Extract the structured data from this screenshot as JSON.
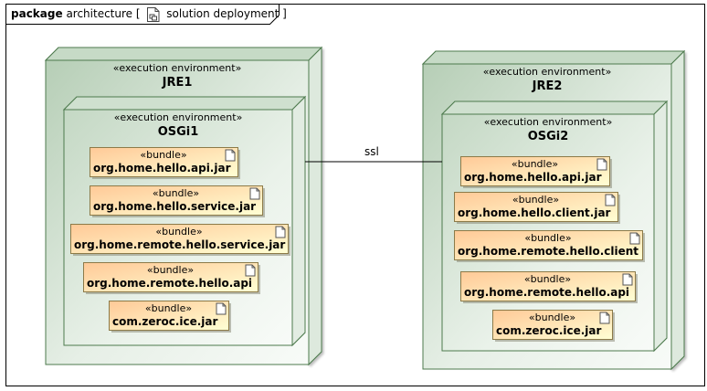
{
  "frame": {
    "keyword": "package",
    "name": "architecture",
    "bracket_open": "[",
    "diagram_name": "solution deployment",
    "bracket_close": "]"
  },
  "nodes": {
    "jre1": {
      "stereotype": "«execution environment»",
      "name": "JRE1"
    },
    "osgi1": {
      "stereotype": "«execution environment»",
      "name": "OSGi1"
    },
    "jre2": {
      "stereotype": "«execution environment»",
      "name": "JRE2"
    },
    "osgi2": {
      "stereotype": "«execution environment»",
      "name": "OSGi2"
    }
  },
  "bundles_osgi1": [
    {
      "stereotype": "«bundle»",
      "name": "org.home.hello.api.jar"
    },
    {
      "stereotype": "«bundle»",
      "name": "org.home.hello.service.jar"
    },
    {
      "stereotype": "«bundle»",
      "name": "org.home.remote.hello.service.jar"
    },
    {
      "stereotype": "«bundle»",
      "name": "org.home.remote.hello.api"
    },
    {
      "stereotype": "«bundle»",
      "name": "com.zeroc.ice.jar"
    }
  ],
  "bundles_osgi2": [
    {
      "stereotype": "«bundle»",
      "name": "org.home.hello.api.jar"
    },
    {
      "stereotype": "«bundle»",
      "name": "org.home.hello.client.jar"
    },
    {
      "stereotype": "«bundle»",
      "name": "org.home.remote.hello.client"
    },
    {
      "stereotype": "«bundle»",
      "name": "org.home.remote.hello.api"
    },
    {
      "stereotype": "«bundle»",
      "name": "com.zeroc.ice.jar"
    }
  ],
  "connector": {
    "label": "ssl"
  },
  "colors": {
    "node_border": "#4d7a4d",
    "node_fill_light": "#f4f8f4",
    "node_fill_dark": "#b8d0b8",
    "bundle_border": "#7a6a3a",
    "bundle_fill_light": "#ffd2a6",
    "bundle_fill_dark": "#ffffd0"
  },
  "icons": {
    "diagram_icon": "diagram-document-icon",
    "bundle_icon": "artifact-document-icon"
  }
}
